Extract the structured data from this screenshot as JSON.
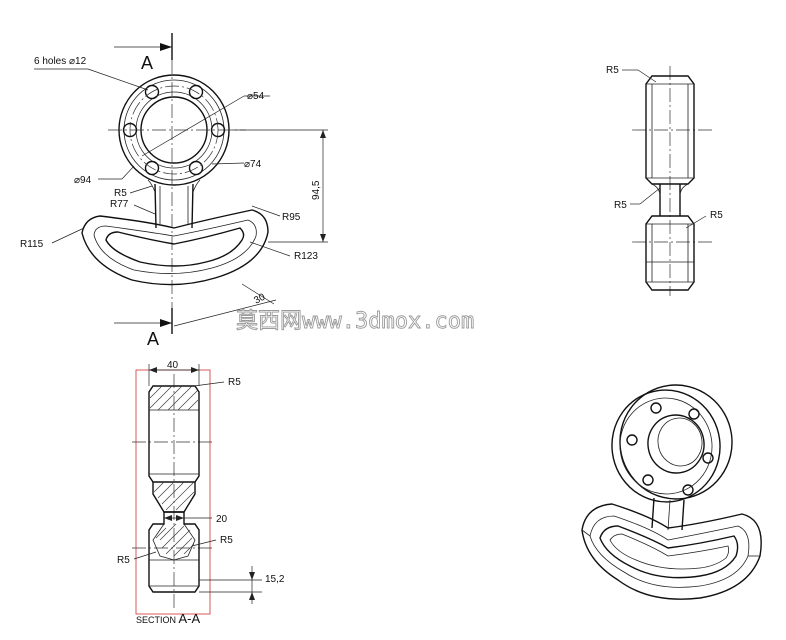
{
  "front_view": {
    "section_letter_top": "A",
    "section_letter_bottom": "A",
    "holes_label": "6 holes  ⌀12",
    "d54": "⌀54",
    "d74": "⌀74",
    "d94": "⌀94",
    "r5": "R5",
    "r77": "R77",
    "r95": "R95",
    "r115": "R115",
    "r123": "R123",
    "height": "94,5",
    "angle": "30"
  },
  "side_view": {
    "r5_top": "R5",
    "r5_mid": "R5",
    "r5_low": "R5"
  },
  "section_view": {
    "width": "40",
    "r5_top": "R5",
    "neck": "20",
    "r5_right": "R5",
    "r5_left": "R5",
    "offset": "15,2",
    "caption_prefix": "SECTION ",
    "caption_name": "A-A"
  },
  "watermark": "莫西网www.3dmox.com"
}
